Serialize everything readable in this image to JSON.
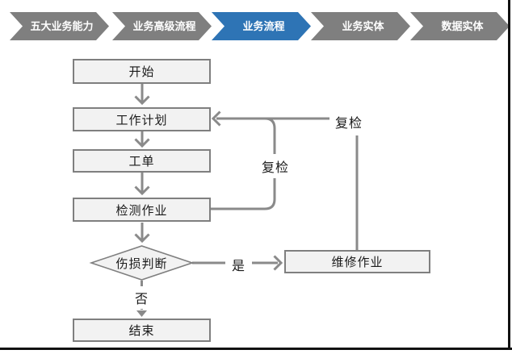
{
  "nav": {
    "items": [
      {
        "label": "五大业务能力",
        "active": false
      },
      {
        "label": "业务高级流程",
        "active": false
      },
      {
        "label": "业务流程",
        "active": true
      },
      {
        "label": "业务实体",
        "active": false
      },
      {
        "label": "数据实体",
        "active": false
      }
    ],
    "colors": {
      "active": "#2e74b5",
      "inactive": "#7f7f7f",
      "text": "#ffffff"
    }
  },
  "flowchart": {
    "nodes": {
      "start": {
        "label": "开始",
        "type": "process"
      },
      "work_plan": {
        "label": "工作计划",
        "type": "process"
      },
      "work_order": {
        "label": "工单",
        "type": "process"
      },
      "inspection": {
        "label": "检测作业",
        "type": "process"
      },
      "damage_judgment": {
        "label": "伤损判断",
        "type": "decision"
      },
      "repair": {
        "label": "维修作业",
        "type": "process"
      },
      "end": {
        "label": "结束",
        "type": "process"
      }
    },
    "edge_labels": {
      "recheck_inner": "复检",
      "recheck_outer": "复检",
      "yes": "是",
      "no": "否"
    },
    "colors": {
      "node_fill": "#f2f2f2",
      "node_border": "#7f7f7f",
      "connector": "#8a8a8a",
      "label_text": "#1a1a1a"
    }
  },
  "frame": {
    "rule_color": "#111111",
    "background": "#ffffff"
  }
}
